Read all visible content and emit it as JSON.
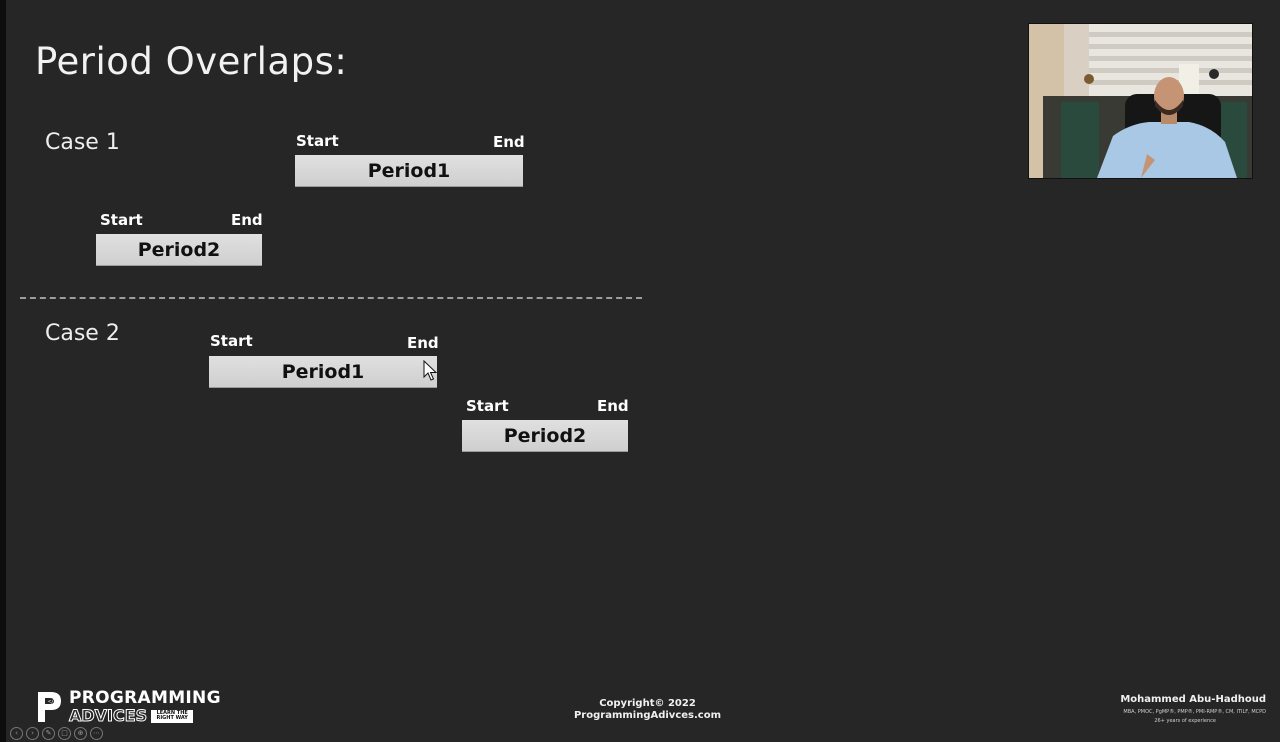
{
  "slide": {
    "title": "Period Overlaps:",
    "case1": {
      "label": "Case 1",
      "period1": {
        "start": "Start",
        "end": "End",
        "name": "Period1"
      },
      "period2": {
        "start": "Start",
        "end": "End",
        "name": "Period2"
      }
    },
    "case2": {
      "label": "Case 2",
      "period1": {
        "start": "Start",
        "end": "End",
        "name": "Period1"
      },
      "period2": {
        "start": "Start",
        "end": "End",
        "name": "Period2"
      }
    }
  },
  "footer": {
    "logo_line1": "PROGRAMMING",
    "logo_line2": "ADVICES",
    "logo_tag": "LEARN THE RIGHT WAY",
    "copyright_line1": "Copyright© 2022",
    "copyright_line2": "ProgrammingAdivces.com",
    "author_name": "Mohammed Abu-Hadhoud",
    "author_creds": "MBA, PMOC, PgMP®, PMP®, PMI-RMP®, CM, ITILF, MCPD",
    "author_exp": "26+ years of experience"
  },
  "colors": {
    "background": "#262626",
    "bar": "#d9d9d9",
    "divider": "#9d9d9d"
  },
  "icons": {
    "logo": "programming-advices-logo-icon",
    "cursor": "mouse-pointer-icon",
    "webcam": "presenter-webcam-video"
  },
  "player_controls": [
    "prev-icon",
    "next-icon",
    "pen-icon",
    "slides-icon",
    "zoom-icon",
    "more-icon"
  ]
}
